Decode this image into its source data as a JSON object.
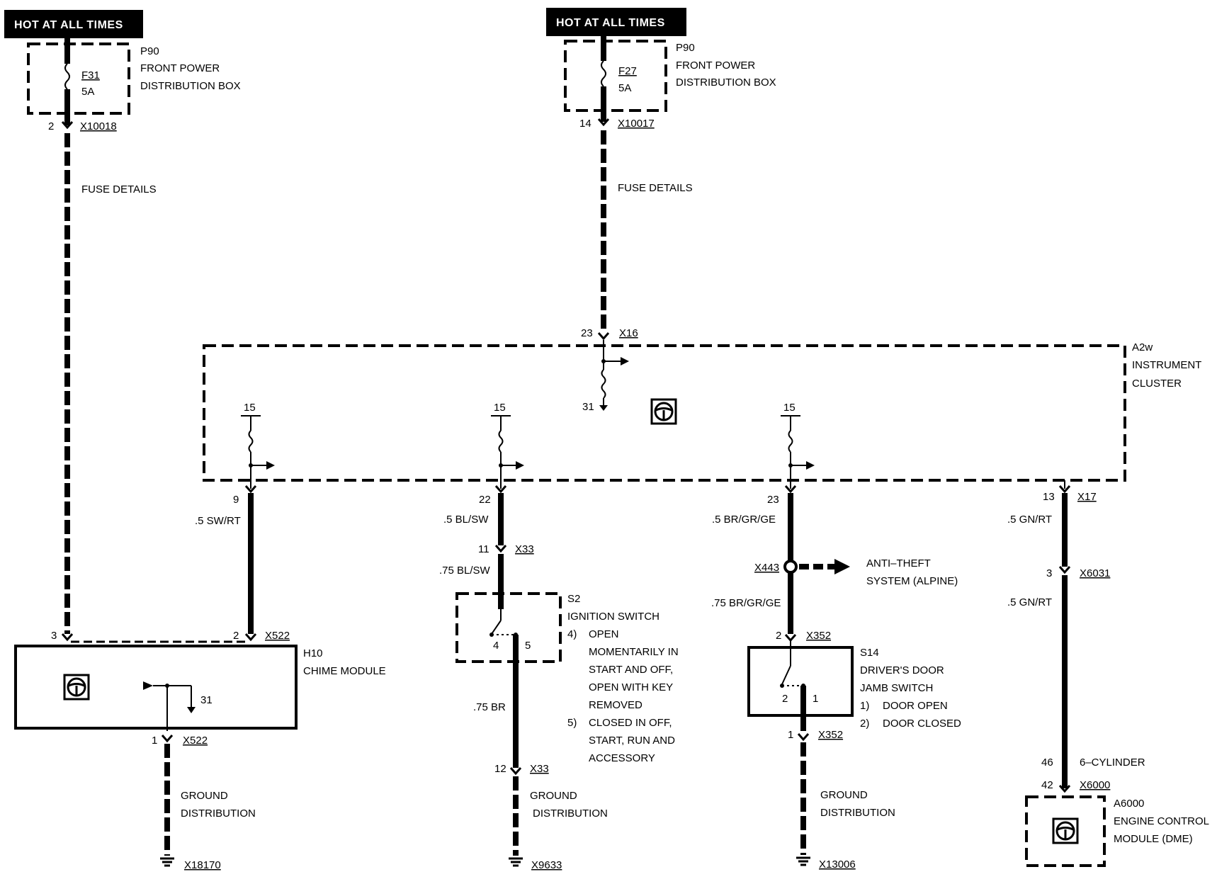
{
  "banners": [
    "HOT AT ALL TIMES",
    "HOT AT ALL TIMES"
  ],
  "fuse_left": {
    "box": "P90",
    "box_name_1": "FRONT POWER",
    "box_name_2": "DISTRIBUTION BOX",
    "fuse": "F31",
    "rating": "5A",
    "pin": "2",
    "connector": "X10018",
    "note": "FUSE DETAILS"
  },
  "fuse_right": {
    "box": "P90",
    "box_name_1": "FRONT POWER",
    "box_name_2": "DISTRIBUTION BOX",
    "fuse": "F27",
    "rating": "5A",
    "pin": "14",
    "connector": "X10017",
    "note": "FUSE DETAILS"
  },
  "cluster": {
    "id": "A2w",
    "name_1": "INSTRUMENT",
    "name_2": "CLUSTER",
    "in_pin": "23",
    "in_connector": "X16",
    "ground_pin": "31",
    "int_pins": [
      "15",
      "15",
      "15"
    ],
    "out_pins": [
      "9",
      "22",
      "23",
      "13"
    ],
    "out_connector": "X17"
  },
  "wires": {
    "w1": ".5 SW/RT",
    "w2": ".5 BL/SW",
    "w2b": ".75 BL/SW",
    "w2c": ".75 BR",
    "w3": ".5 BR/GR/GE",
    "w3b": ".75 BR/GR/GE",
    "w4": ".5 GN/RT",
    "w4b": ".5 GN/RT"
  },
  "chime": {
    "id": "H10",
    "name": "CHIME MODULE",
    "pin_in_a": "3",
    "pin_in_b": "2",
    "connector_in": "X522",
    "gnd_pin_int": "31",
    "out_pin": "1",
    "out_connector": "X522"
  },
  "ignition": {
    "id": "S2",
    "name": "IGNITION SWITCH",
    "in_pin": "11",
    "in_connector": "X33",
    "contact_a": "4",
    "contact_b": "5",
    "notes": [
      "4)",
      "OPEN",
      "MOMENTARILY IN",
      "START AND OFF,",
      "OPEN WITH KEY",
      "REMOVED",
      "5)",
      "CLOSED IN OFF,",
      "START, RUN AND",
      "ACCESSORY"
    ],
    "out_pin": "12",
    "out_connector": "X33"
  },
  "door": {
    "splice": "X443",
    "anti_theft_1": "ANTI–THEFT",
    "anti_theft_2": "SYSTEM (ALPINE)",
    "id": "S14",
    "name_1": "DRIVER'S DOOR",
    "name_2": "JAMB SWITCH",
    "opt1_num": "1)",
    "opt1": "DOOR OPEN",
    "opt2_num": "2)",
    "opt2": "DOOR CLOSED",
    "in_pin": "2",
    "in_connector": "X352",
    "contact_a": "2",
    "contact_b": "1",
    "out_pin": "1",
    "out_connector": "X352"
  },
  "grounds": [
    {
      "label_1": "GROUND",
      "label_2": "DISTRIBUTION",
      "point": "X18170"
    },
    {
      "label_1": "GROUND",
      "label_2": "DISTRIBUTION",
      "point": "X9633"
    },
    {
      "label_1": "GROUND",
      "label_2": "DISTRIBUTION",
      "point": "X13006"
    }
  ],
  "ecm": {
    "pin_a": "3",
    "connector_a": "X6031",
    "pin_variant": "46",
    "variant": "6–CYLINDER",
    "pin_b": "42",
    "connector_b": "X6000",
    "id": "A6000",
    "name_1": "ENGINE CONTROL",
    "name_2": "MODULE (DME)"
  },
  "icons": [
    "steering-wheel-icon",
    "fuse-icon",
    "ground-icon",
    "arrow-right-icon"
  ]
}
